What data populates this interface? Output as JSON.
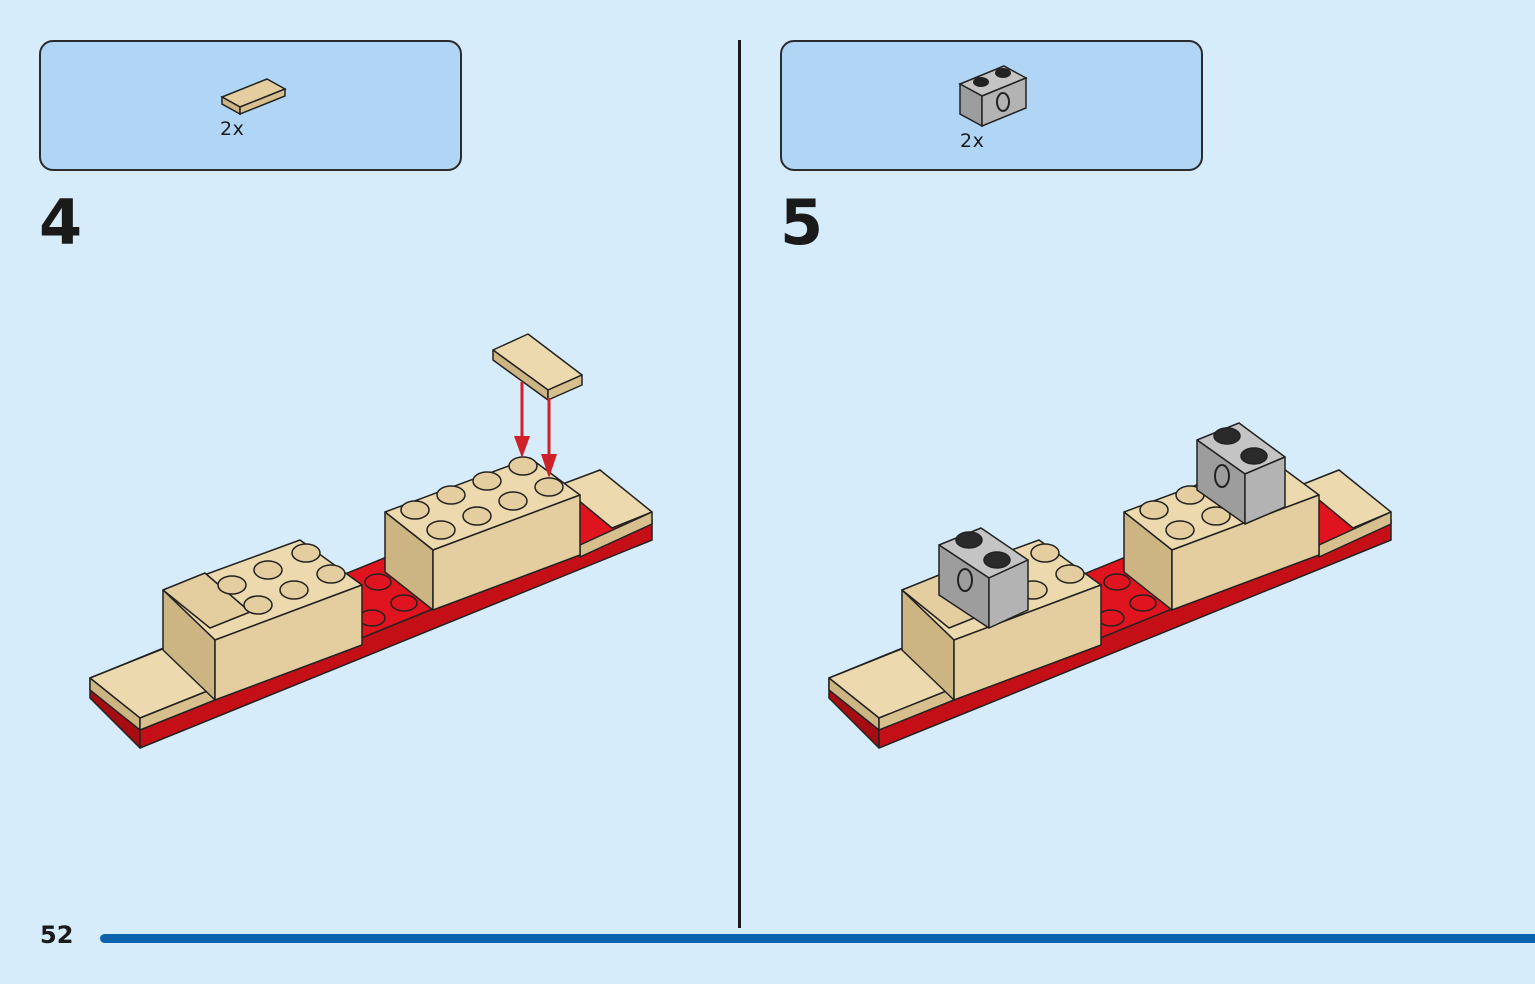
{
  "page": {
    "number": "52"
  },
  "steps": [
    {
      "number": "4",
      "parts": [
        {
          "name": "tan-tile",
          "quantity": "2x"
        }
      ]
    },
    {
      "number": "5",
      "parts": [
        {
          "name": "gray-technic-brick",
          "quantity": "2x"
        }
      ]
    }
  ],
  "colors": {
    "background": "#d6ecfb",
    "parts_box": "#b1d6f5",
    "tan": "#e4cd9e",
    "red": "#e0141e",
    "gray": "#a9a9a9",
    "accent_bar": "#0c63ad",
    "arrow": "#d0202a"
  }
}
